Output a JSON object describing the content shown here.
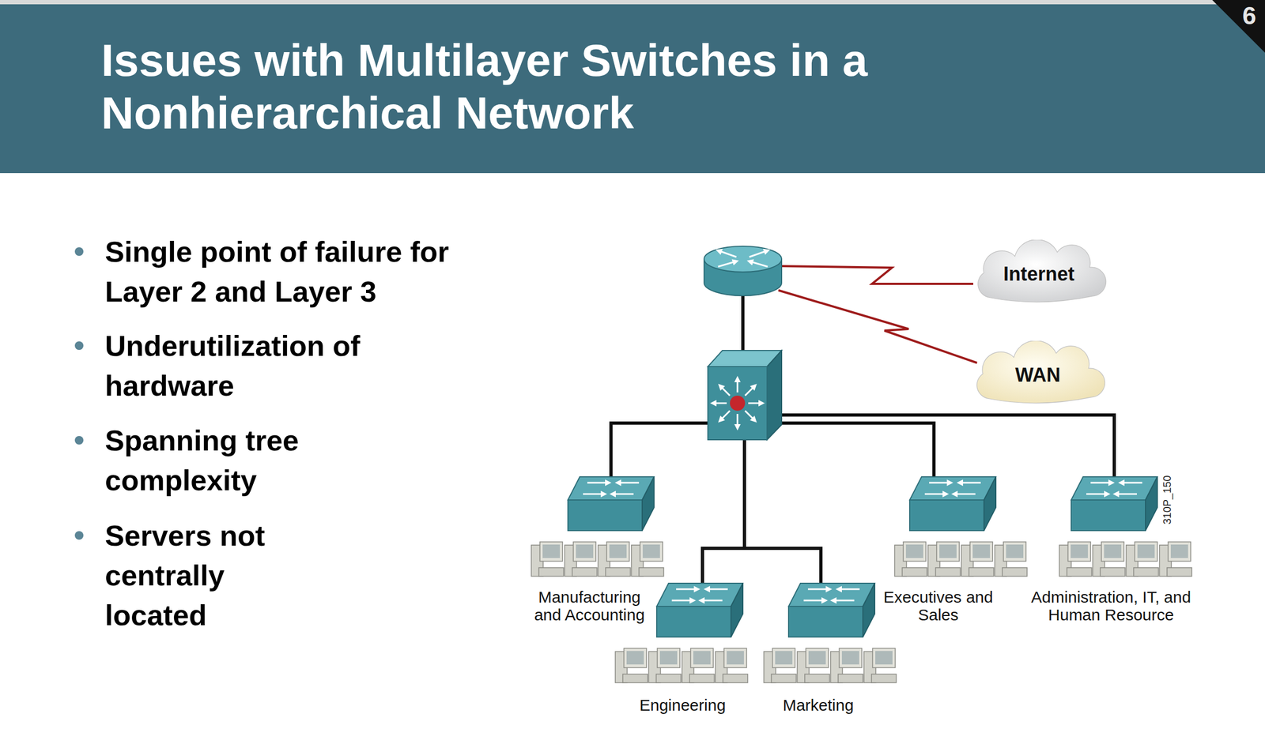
{
  "diagram": {
    "title": "Issues with Multilayer Switches in a Nonhierarchical Network",
    "nodes": [
      {
        "text": [
          "Internet"
        ]
      },
      {
        "text": [
          "WAN"
        ]
      }
    ],
    "labels": [
      "6",
      "Single point of failure for Layer 2 and Layer 3",
      "Underutilization of hardware",
      "Spanning tree complexity",
      "Servers not centrally located",
      "Manufacturing and Accounting",
      "Executives and Sales",
      "Administration, IT, and Human Resource",
      "310P_150",
      "Engineering",
      "Marketing"
    ]
  }
}
